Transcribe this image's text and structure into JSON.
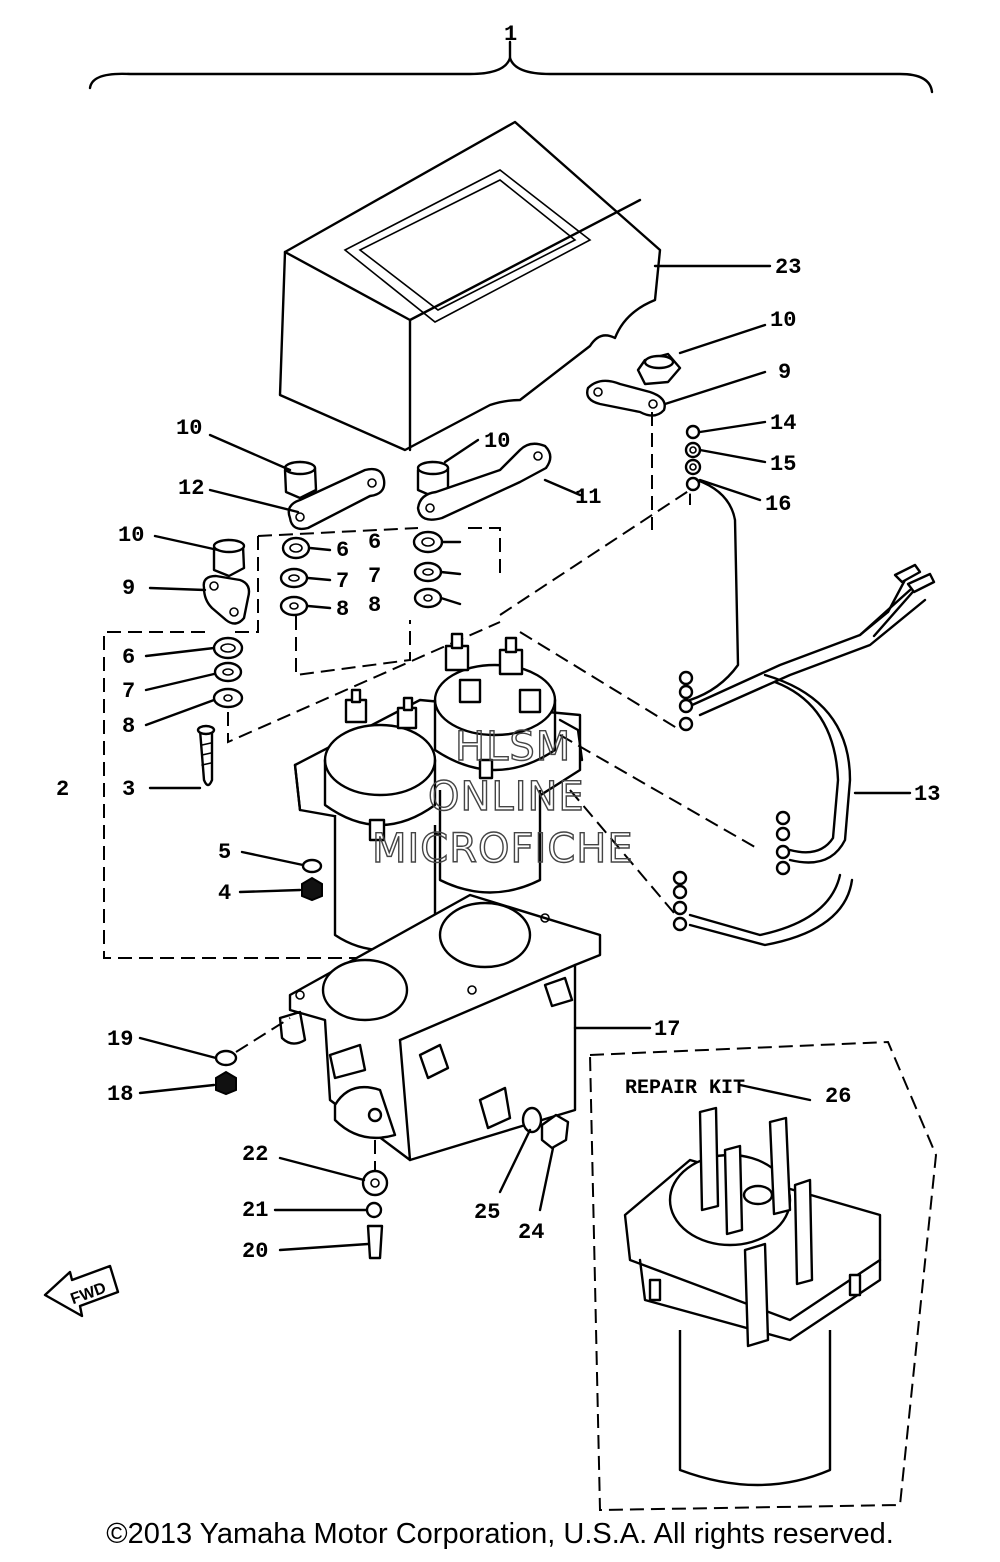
{
  "assembly_number": "1",
  "callouts": [
    {
      "id": "23",
      "text": "23"
    },
    {
      "id": "10a",
      "text": "10"
    },
    {
      "id": "9a",
      "text": "9"
    },
    {
      "id": "14",
      "text": "14"
    },
    {
      "id": "15",
      "text": "15"
    },
    {
      "id": "16",
      "text": "16"
    },
    {
      "id": "10b",
      "text": "10"
    },
    {
      "id": "10c",
      "text": "10"
    },
    {
      "id": "12",
      "text": "12"
    },
    {
      "id": "11",
      "text": "11"
    },
    {
      "id": "10d",
      "text": "10"
    },
    {
      "id": "6a",
      "text": "6"
    },
    {
      "id": "6b",
      "text": "6"
    },
    {
      "id": "7a",
      "text": "7"
    },
    {
      "id": "7b",
      "text": "7"
    },
    {
      "id": "8a",
      "text": "8"
    },
    {
      "id": "8b",
      "text": "8"
    },
    {
      "id": "9b",
      "text": "9"
    },
    {
      "id": "6c",
      "text": "6"
    },
    {
      "id": "7c",
      "text": "7"
    },
    {
      "id": "8c",
      "text": "8"
    },
    {
      "id": "2",
      "text": "2"
    },
    {
      "id": "3",
      "text": "3"
    },
    {
      "id": "13",
      "text": "13"
    },
    {
      "id": "5",
      "text": "5"
    },
    {
      "id": "4",
      "text": "4"
    },
    {
      "id": "17",
      "text": "17"
    },
    {
      "id": "19",
      "text": "19"
    },
    {
      "id": "18",
      "text": "18"
    },
    {
      "id": "22",
      "text": "22"
    },
    {
      "id": "21",
      "text": "21"
    },
    {
      "id": "20",
      "text": "20"
    },
    {
      "id": "25",
      "text": "25"
    },
    {
      "id": "24",
      "text": "24"
    },
    {
      "id": "26",
      "text": "26"
    }
  ],
  "repair_kit_label": "REPAIR KIT",
  "fwd_label": "FWD",
  "watermark": [
    "HLSM",
    "ONLINE",
    "MICROFICHE"
  ],
  "copyright": "©2013 Yamaha Motor Corporation, U.S.A. All rights reserved."
}
